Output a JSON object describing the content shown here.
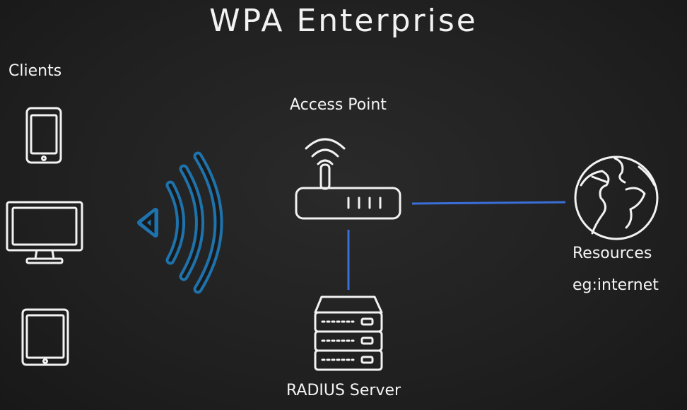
{
  "title": "WPA Enterprise",
  "labels": {
    "clients": "Clients",
    "access_point": "Access Point",
    "resources": "Resources",
    "resources_sub": "eg:internet",
    "radius_server": "RADIUS Server"
  },
  "colors": {
    "background": "#1f1f1f",
    "chalk": "#f2f2f2",
    "accent_blue": "#1e73ad",
    "link_blue": "#3a6fd8"
  },
  "icons": {
    "client_devices": [
      "smartphone-icon",
      "monitor-icon",
      "tablet-icon"
    ],
    "wireless": "wifi-signal-icon",
    "access_point": "router-icon",
    "resources": "globe-icon",
    "radius": "server-rack-icon"
  }
}
